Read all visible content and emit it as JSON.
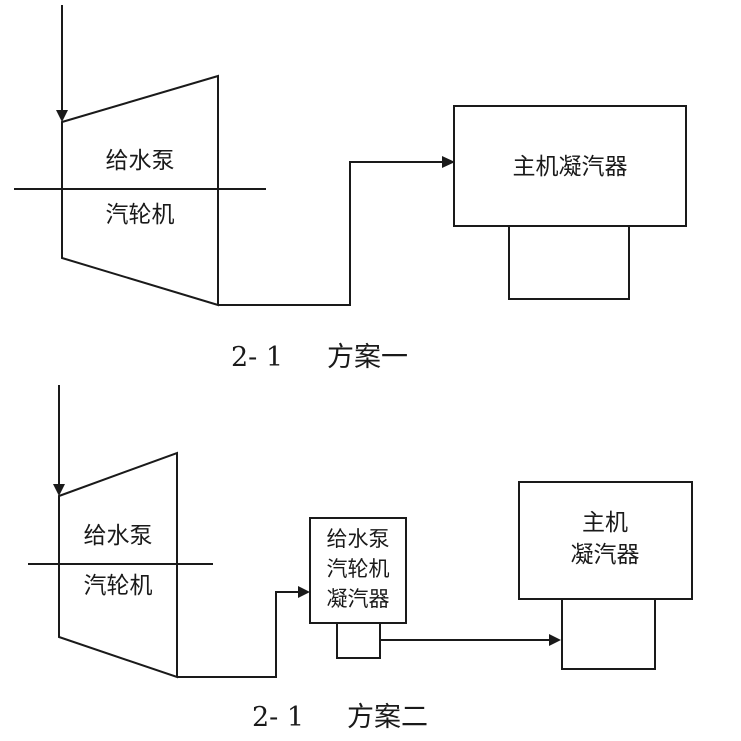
{
  "scheme1": {
    "turbine_top": "给水泵",
    "turbine_bottom": "汽轮机",
    "condenser": "主机凝汽器",
    "caption_number": "2- 1",
    "caption_title": "方案一"
  },
  "scheme2": {
    "turbine_top": "给水泵",
    "turbine_bottom": "汽轮机",
    "small_condenser_line1": "给水泵",
    "small_condenser_line2": "汽轮机",
    "small_condenser_line3": "凝汽器",
    "main_condenser_line1": "主机",
    "main_condenser_line2": "凝汽器",
    "caption_number": "2- 1",
    "caption_title": "方案二"
  }
}
